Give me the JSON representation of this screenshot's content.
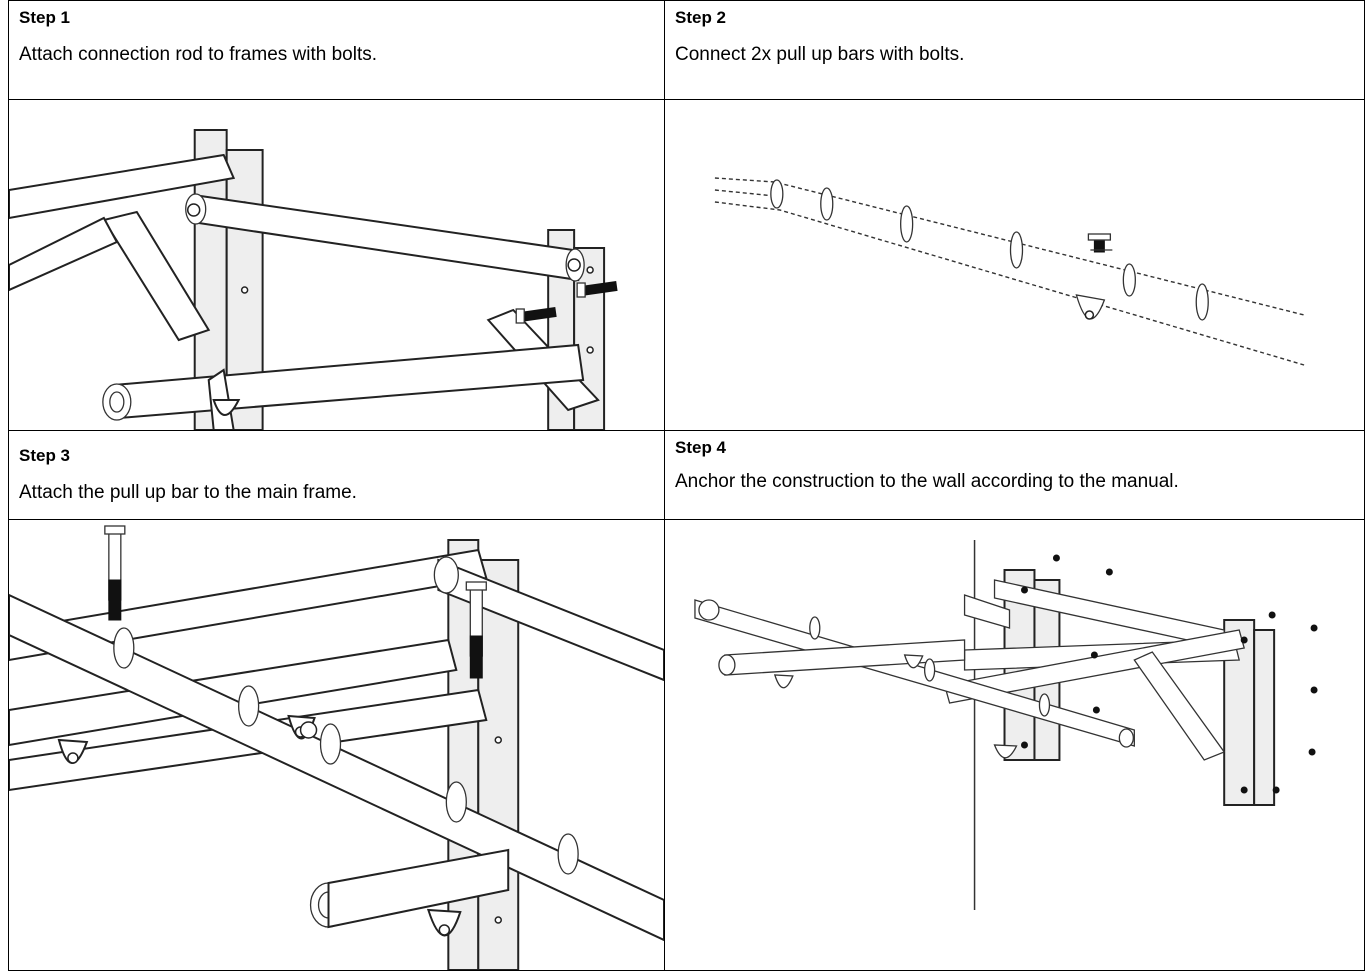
{
  "steps": [
    {
      "title": "Step 1",
      "description": "Attach connection rod to frames with bolts."
    },
    {
      "title": "Step 2",
      "description": "Connect 2x pull up bars with bolts."
    },
    {
      "title": "Step 3",
      "description": "Attach the pull up bar to the main frame."
    },
    {
      "title": "Step 4",
      "description": "Anchor the construction to the wall according to the manual."
    }
  ]
}
